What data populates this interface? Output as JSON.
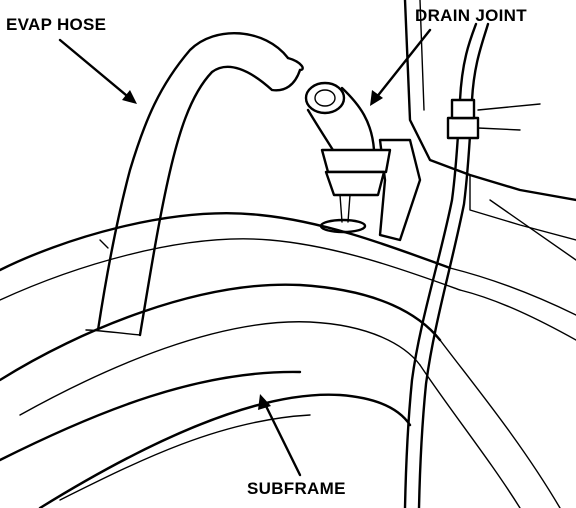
{
  "labels": {
    "evap_hose": "EVAP HOSE",
    "drain_joint": "DRAIN JOINT",
    "subframe": "SUBFRAME"
  },
  "colors": {
    "ink": "#000000",
    "paper": "#ffffff"
  }
}
